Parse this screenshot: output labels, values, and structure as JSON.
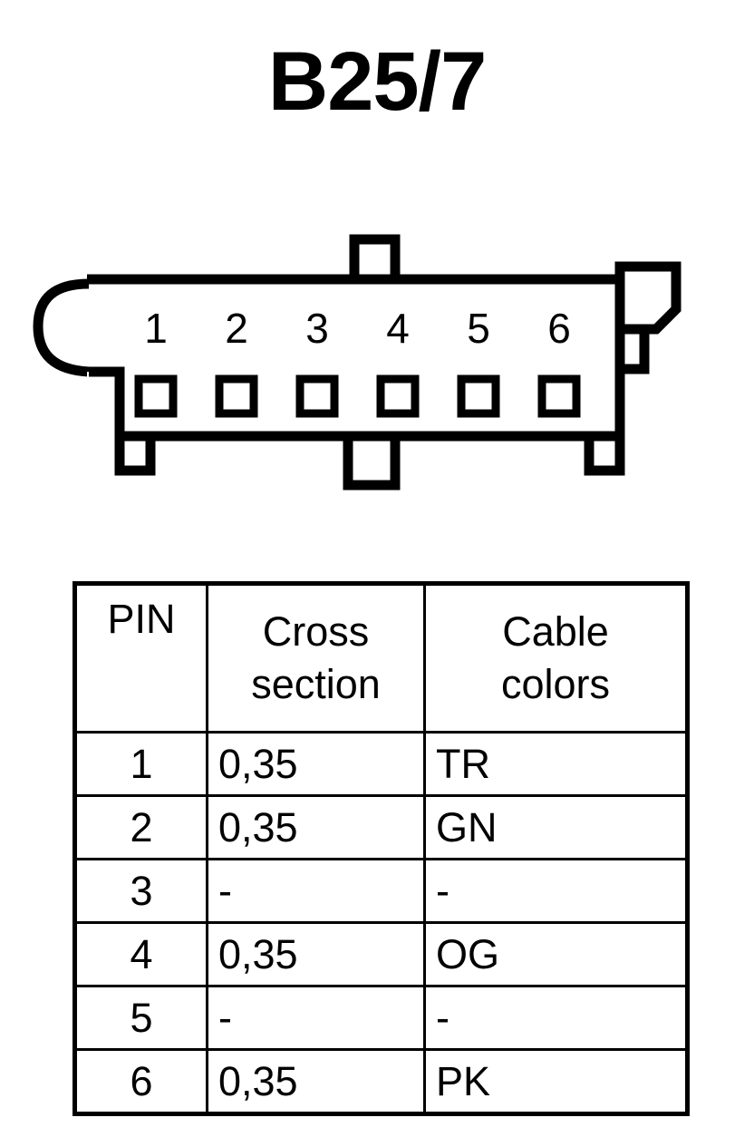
{
  "title": "B25/7",
  "connector": {
    "name": "6-way-connector-face-view",
    "pin_count": 6,
    "pin_labels": [
      "1",
      "2",
      "3",
      "4",
      "5",
      "6"
    ],
    "line_color": "#000000",
    "fill_color": "#ffffff"
  },
  "table": {
    "headers": {
      "pin": "PIN",
      "cross_section_line1": "Cross",
      "cross_section_line2": "section",
      "cable_colors_line1": "Cable",
      "cable_colors_line2": "colors"
    },
    "rows": [
      {
        "pin": "1",
        "cross_section": "0,35",
        "cable_color": "TR"
      },
      {
        "pin": "2",
        "cross_section": "0,35",
        "cable_color": "GN"
      },
      {
        "pin": "3",
        "cross_section": "-",
        "cable_color": "-"
      },
      {
        "pin": "4",
        "cross_section": "0,35",
        "cable_color": "OG"
      },
      {
        "pin": "5",
        "cross_section": "-",
        "cable_color": "-"
      },
      {
        "pin": "6",
        "cross_section": "0,35",
        "cable_color": "PK"
      }
    ]
  }
}
